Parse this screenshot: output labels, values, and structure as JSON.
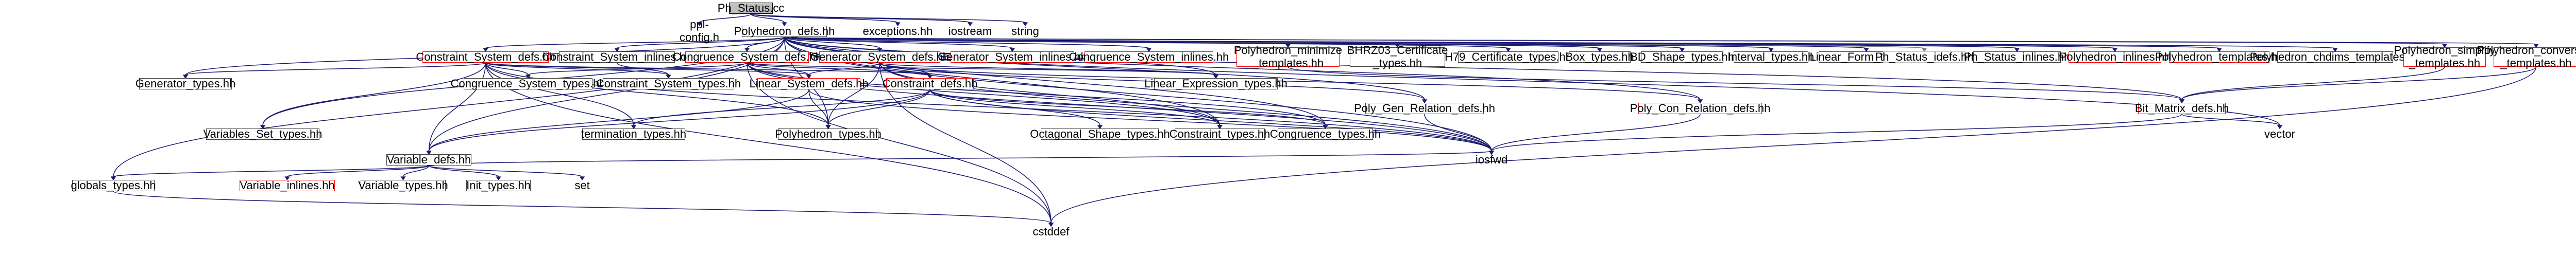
{
  "diagram": {
    "type": "include-dependency-graph",
    "colors": {
      "edge": "#191970",
      "edge_highlight": "#ff0000",
      "edge_gray": "#808080",
      "node_border": "#404040",
      "node_link_red": "#ff0000",
      "root_fill": "#bfbfbf"
    },
    "nodes": [
      {
        "id": "root",
        "label": "Ph_Status.cc",
        "style": "root"
      },
      {
        "id": "ppl_config",
        "label": "ppl-config.h",
        "style": "plain"
      },
      {
        "id": "polyhedron_defs",
        "label": "Polyhedron_defs.hh",
        "style": "normal"
      },
      {
        "id": "exceptions",
        "label": "exceptions.hh",
        "style": "plain"
      },
      {
        "id": "iostream",
        "label": "iostream",
        "style": "plain"
      },
      {
        "id": "string",
        "label": "string",
        "style": "plain"
      },
      {
        "id": "constraint_system_defs",
        "label": "Constraint_System_defs.hh",
        "style": "red"
      },
      {
        "id": "constraint_system_inlines",
        "label": "Constraint_System_inlines.hh",
        "style": "normal"
      },
      {
        "id": "congruence_system_defs",
        "label": "Congruence_System_defs.hh",
        "style": "red"
      },
      {
        "id": "generator_system_defs",
        "label": "Generator_System_defs.hh",
        "style": "red"
      },
      {
        "id": "generator_system_inlines",
        "label": "Generator_System_inlines.hh",
        "style": "red"
      },
      {
        "id": "congruence_system_inlines",
        "label": "Congruence_System_inlines.hh",
        "style": "red"
      },
      {
        "id": "polyhedron_minimize_templates",
        "label": "Polyhedron_minimize\n_templates.hh",
        "style": "red"
      },
      {
        "id": "bhrz03_certificate_types",
        "label": "BHRZ03_Certificate\n_types.hh",
        "style": "normal"
      },
      {
        "id": "h79_certificate_types",
        "label": "H79_Certificate_types.hh",
        "style": "normal"
      },
      {
        "id": "box_types",
        "label": "Box_types.hh",
        "style": "normal"
      },
      {
        "id": "bd_shape_types",
        "label": "BD_Shape_types.hh",
        "style": "normal"
      },
      {
        "id": "interval_types",
        "label": "Interval_types.hh",
        "style": "normal"
      },
      {
        "id": "linear_form_types",
        "label": "Linear_Form_types.hh",
        "style": "normal"
      },
      {
        "id": "ph_status_idefs",
        "label": "Ph_Status_idefs.hh",
        "style": "gray"
      },
      {
        "id": "ph_status_inlines",
        "label": "Ph_Status_inlines.hh",
        "style": "normal"
      },
      {
        "id": "polyhedron_inlines",
        "label": "Polyhedron_inlines.hh",
        "style": "red"
      },
      {
        "id": "polyhedron_templates",
        "label": "Polyhedron_templates.hh",
        "style": "red"
      },
      {
        "id": "polyhedron_chdims_templates",
        "label": "Polyhedron_chdims_templates.hh",
        "style": "normal"
      },
      {
        "id": "polyhedron_simplify_templates",
        "label": "Polyhedron_simplify\n_templates.hh",
        "style": "red"
      },
      {
        "id": "polyhedron_conversion_templates",
        "label": "Polyhedron_conversion\n_templates.hh",
        "style": "red"
      },
      {
        "id": "generator_types",
        "label": "Generator_types.hh",
        "style": "normal"
      },
      {
        "id": "congruence_system_types",
        "label": "Congruence_System_types.hh",
        "style": "normal"
      },
      {
        "id": "constraint_system_types",
        "label": "Constraint_System_types.hh",
        "style": "normal"
      },
      {
        "id": "linear_system_defs",
        "label": "Linear_System_defs.hh",
        "style": "red"
      },
      {
        "id": "constraint_defs",
        "label": "Constraint_defs.hh",
        "style": "red"
      },
      {
        "id": "linear_expression_types",
        "label": "Linear_Expression_types.hh",
        "style": "normal"
      },
      {
        "id": "poly_gen_relation_defs",
        "label": "Poly_Gen_Relation_defs.hh",
        "style": "red"
      },
      {
        "id": "poly_con_relation_defs",
        "label": "Poly_Con_Relation_defs.hh",
        "style": "red"
      },
      {
        "id": "bit_matrix_defs",
        "label": "Bit_Matrix_defs.hh",
        "style": "red"
      },
      {
        "id": "variables_set_types",
        "label": "Variables_Set_types.hh",
        "style": "normal"
      },
      {
        "id": "termination_types",
        "label": "termination_types.hh",
        "style": "normal"
      },
      {
        "id": "polyhedron_types",
        "label": "Polyhedron_types.hh",
        "style": "normal"
      },
      {
        "id": "octagonal_shape_types",
        "label": "Octagonal_Shape_types.hh",
        "style": "normal"
      },
      {
        "id": "constraint_types",
        "label": "Constraint_types.hh",
        "style": "normal"
      },
      {
        "id": "congruence_types",
        "label": "Congruence_types.hh",
        "style": "normal"
      },
      {
        "id": "variable_defs",
        "label": "Variable_defs.hh",
        "style": "normal"
      },
      {
        "id": "globals_types",
        "label": "globals_types.hh",
        "style": "normal"
      },
      {
        "id": "variable_inlines",
        "label": "Variable_inlines.hh",
        "style": "red"
      },
      {
        "id": "variable_types",
        "label": "Variable_types.hh",
        "style": "normal"
      },
      {
        "id": "init_types",
        "label": "Init_types.hh",
        "style": "normal"
      },
      {
        "id": "iosfwd",
        "label": "iosfwd",
        "style": "plain"
      },
      {
        "id": "set",
        "label": "set",
        "style": "plain"
      },
      {
        "id": "vector",
        "label": "vector",
        "style": "plain"
      },
      {
        "id": "cstddef",
        "label": "cstddef",
        "style": "plain"
      }
    ],
    "edges": [
      [
        "root",
        "ppl_config"
      ],
      [
        "root",
        "polyhedron_defs"
      ],
      [
        "root",
        "exceptions"
      ],
      [
        "root",
        "iostream"
      ],
      [
        "root",
        "string"
      ],
      [
        "polyhedron_defs",
        "constraint_system_defs"
      ],
      [
        "polyhedron_defs",
        "constraint_system_inlines"
      ],
      [
        "polyhedron_defs",
        "congruence_system_defs"
      ],
      [
        "polyhedron_defs",
        "generator_system_defs"
      ],
      [
        "polyhedron_defs",
        "generator_system_inlines"
      ],
      [
        "polyhedron_defs",
        "congruence_system_inlines"
      ],
      [
        "polyhedron_defs",
        "polyhedron_minimize_templates"
      ],
      [
        "polyhedron_defs",
        "bhrz03_certificate_types"
      ],
      [
        "polyhedron_defs",
        "h79_certificate_types"
      ],
      [
        "polyhedron_defs",
        "box_types"
      ],
      [
        "polyhedron_defs",
        "bd_shape_types"
      ],
      [
        "polyhedron_defs",
        "interval_types"
      ],
      [
        "polyhedron_defs",
        "linear_form_types"
      ],
      [
        "polyhedron_defs",
        "ph_status_idefs"
      ],
      [
        "polyhedron_defs",
        "ph_status_inlines"
      ],
      [
        "polyhedron_defs",
        "polyhedron_inlines"
      ],
      [
        "polyhedron_defs",
        "polyhedron_templates"
      ],
      [
        "polyhedron_defs",
        "polyhedron_chdims_templates"
      ],
      [
        "polyhedron_defs",
        "polyhedron_simplify_templates"
      ],
      [
        "polyhedron_defs",
        "polyhedron_conversion_templates"
      ],
      [
        "polyhedron_defs",
        "generator_types"
      ],
      [
        "polyhedron_defs",
        "globals_types"
      ],
      [
        "polyhedron_defs",
        "variables_set_types"
      ],
      [
        "polyhedron_defs",
        "linear_expression_types"
      ],
      [
        "polyhedron_defs",
        "poly_gen_relation_defs"
      ],
      [
        "polyhedron_defs",
        "poly_con_relation_defs"
      ],
      [
        "polyhedron_defs",
        "bit_matrix_defs"
      ],
      [
        "polyhedron_defs",
        "constraint_types"
      ],
      [
        "polyhedron_defs",
        "congruence_types"
      ],
      [
        "polyhedron_defs",
        "polyhedron_types"
      ],
      [
        "polyhedron_defs",
        "variable_defs"
      ],
      [
        "polyhedron_defs",
        "iosfwd"
      ],
      [
        "polyhedron_defs",
        "vector"
      ],
      [
        "constraint_system_defs",
        "generator_types"
      ],
      [
        "constraint_system_defs",
        "congruence_system_types"
      ],
      [
        "constraint_system_defs",
        "constraint_system_types"
      ],
      [
        "constraint_system_defs",
        "linear_system_defs"
      ],
      [
        "constraint_system_defs",
        "constraint_defs"
      ],
      [
        "constraint_system_defs",
        "variables_set_types"
      ],
      [
        "constraint_system_defs",
        "termination_types"
      ],
      [
        "constraint_system_defs",
        "polyhedron_types"
      ],
      [
        "constraint_system_defs",
        "variable_defs"
      ],
      [
        "constraint_system_defs",
        "iosfwd"
      ],
      [
        "constraint_system_defs",
        "cstddef"
      ],
      [
        "constraint_system_inlines",
        "constraint_system_types"
      ],
      [
        "congruence_system_defs",
        "congruence_system_types"
      ],
      [
        "congruence_system_defs",
        "linear_system_defs"
      ],
      [
        "congruence_system_defs",
        "constraint_defs"
      ],
      [
        "congruence_system_defs",
        "linear_expression_types"
      ],
      [
        "congruence_system_defs",
        "constraint_types"
      ],
      [
        "congruence_system_defs",
        "congruence_types"
      ],
      [
        "congruence_system_defs",
        "iosfwd"
      ],
      [
        "congruence_system_defs",
        "cstddef"
      ],
      [
        "generator_system_defs",
        "linear_system_defs"
      ],
      [
        "generator_system_defs",
        "constraint_defs"
      ],
      [
        "generator_system_defs",
        "linear_expression_types"
      ],
      [
        "generator_system_defs",
        "poly_gen_relation_defs"
      ],
      [
        "generator_system_defs",
        "poly_con_relation_defs"
      ],
      [
        "generator_system_defs",
        "polyhedron_types"
      ],
      [
        "generator_system_defs",
        "constraint_types"
      ],
      [
        "generator_system_defs",
        "iosfwd"
      ],
      [
        "generator_system_defs",
        "cstddef"
      ],
      [
        "polyhedron_minimize_templates",
        "bit_matrix_defs"
      ],
      [
        "polyhedron_simplify_templates",
        "bit_matrix_defs"
      ],
      [
        "polyhedron_conversion_templates",
        "bit_matrix_defs"
      ],
      [
        "polyhedron_conversion_templates",
        "cstddef"
      ],
      [
        "linear_system_defs",
        "variable_defs"
      ],
      [
        "linear_system_defs",
        "polyhedron_types"
      ],
      [
        "linear_system_defs",
        "iosfwd"
      ],
      [
        "constraint_defs",
        "variable_defs"
      ],
      [
        "constraint_defs",
        "octagonal_shape_types"
      ],
      [
        "constraint_defs",
        "constraint_types"
      ],
      [
        "constraint_defs",
        "congruence_types"
      ],
      [
        "constraint_defs",
        "termination_types"
      ],
      [
        "constraint_defs",
        "polyhedron_types"
      ],
      [
        "constraint_defs",
        "iosfwd"
      ],
      [
        "poly_gen_relation_defs",
        "iosfwd"
      ],
      [
        "poly_con_relation_defs",
        "iosfwd"
      ],
      [
        "bit_matrix_defs",
        "vector"
      ],
      [
        "bit_matrix_defs",
        "iosfwd"
      ],
      [
        "variable_defs",
        "globals_types"
      ],
      [
        "variable_defs",
        "variable_inlines"
      ],
      [
        "variable_defs",
        "variable_types"
      ],
      [
        "variable_defs",
        "init_types"
      ],
      [
        "variable_defs",
        "iosfwd"
      ],
      [
        "variable_defs",
        "set"
      ],
      [
        "globals_types",
        "cstddef"
      ]
    ]
  }
}
